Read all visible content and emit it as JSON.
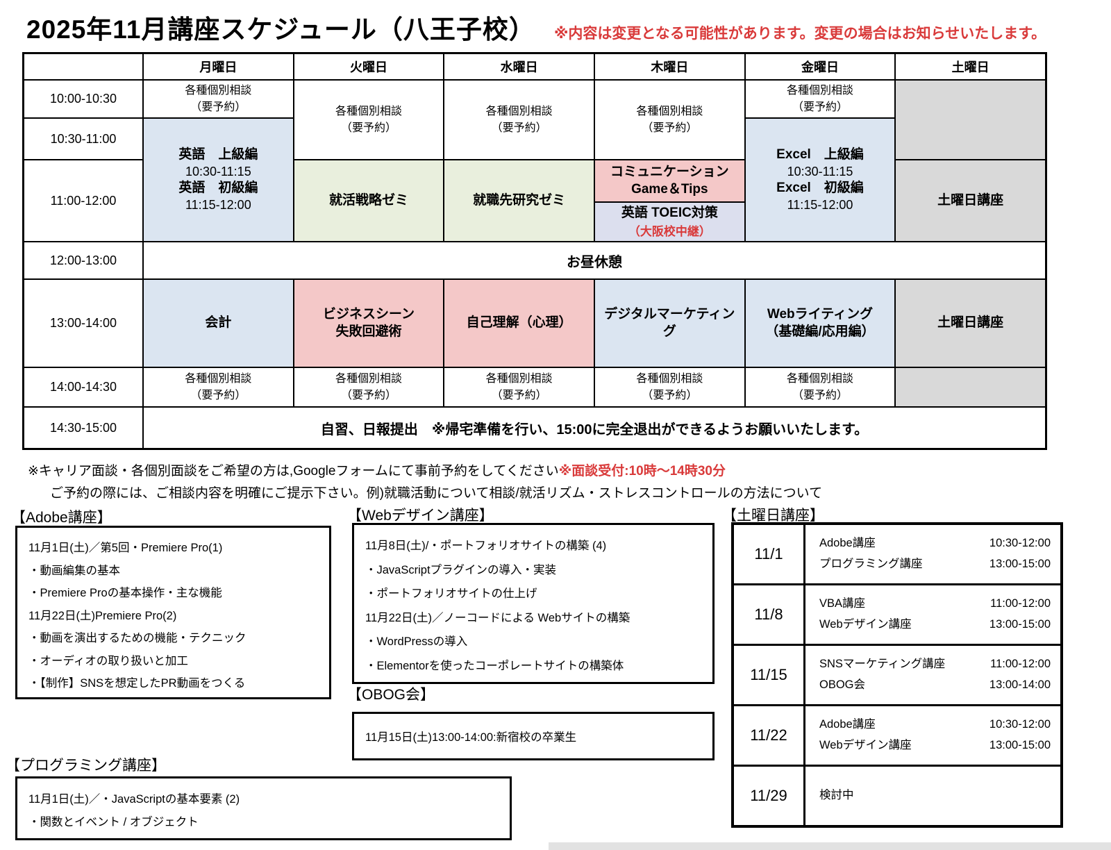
{
  "title": "2025年11月講座スケジュール（八王子校）",
  "notice": "※内容は変更となる可能性があります。変更の場合はお知らせいたします。",
  "schedule": {
    "day_headers": [
      "月曜日",
      "火曜日",
      "水曜日",
      "木曜日",
      "金曜日",
      "土曜日"
    ],
    "times": [
      "10:00-10:30",
      "10:30-11:00",
      "11:00-12:00",
      "12:00-13:00",
      "13:00-14:00",
      "14:00-14:30",
      "14:30-15:00"
    ],
    "consult": {
      "line1": "各種個別相談",
      "line2": "（要予約）"
    },
    "monday": {
      "am1": "英語　上級編",
      "am1_time": "10:30-11:15",
      "am2": "英語　初級編",
      "am2_time": "11:15-12:00",
      "pm": "会計"
    },
    "tuesday": {
      "am": "就活戦略ゼミ",
      "pm1": "ビジネスシーン",
      "pm2": "失敗回避術"
    },
    "wednesday": {
      "am": "就職先研究ゼミ",
      "pm": "自己理解（心理）"
    },
    "thursday": {
      "am1_l1": "コミュニケーション",
      "am1_l2": "Game＆Tips",
      "am2": "英語 TOEIC対策",
      "am2_note": "（大阪校中継）",
      "pm": "デジタルマーケティング"
    },
    "friday": {
      "am1": "Excel　上級編",
      "am1_time": "10:30-11:15",
      "am2": "Excel　初級編",
      "am2_time": "11:15-12:00",
      "pm1": "Webライティング",
      "pm2": "（基礎編/応用編）"
    },
    "saturday": {
      "label": "土曜日講座"
    },
    "lunch": "お昼休憩",
    "closing": "自習、日報提出　※帰宅準備を行い、15:00に完全退出ができるようお願いいたします。"
  },
  "notes": {
    "line1": "※キャリア面談・各個別面談をご希望の方は,Googleフォームにて事前予約をしてください",
    "line1_red": "※面談受付:10時～14時30分",
    "line2": "ご予約の際には、ご相談内容を明確にご提示下さい。例)就職活動について相談/就活リズム・ストレスコントロールの方法について"
  },
  "adobe": {
    "heading": "【Adobe講座】",
    "lines": [
      "11月1日(土)／第5回・Premiere Pro(1)",
      "・動画編集の基本",
      "・Premiere Proの基本操作・主な機能",
      "11月22日(土)Premiere Pro(2)",
      "・動画を演出するための機能・テクニック",
      "・オーディオの取り扱いと加工",
      "・【制作】SNSを想定したPR動画をつくる"
    ]
  },
  "webdesign": {
    "heading": "【Webデザイン講座】",
    "lines": [
      "11月8日(土)/・ポートフォリオサイトの構築 (4)",
      "・JavaScriptプラグインの導入・実装",
      "・ポートフォリオサイトの仕上げ",
      "11月22日(土)／ノーコードによる Webサイトの構築",
      "・WordPressの導入",
      "・Elementorを使ったコーポレートサイトの構築体"
    ]
  },
  "obog": {
    "heading": "【OBOG会】",
    "line": "11月15日(土)13:00-14:00:新宿校の卒業生"
  },
  "programming": {
    "heading": "【プログラミング講座】",
    "lines": [
      "11月1日(土)／・JavaScriptの基本要素 (2)",
      "・関数とイベント / オブジェクト"
    ]
  },
  "saturday_courses": {
    "heading": "【土曜日講座】",
    "rows": [
      {
        "date": "11/1",
        "c1": "Adobe講座",
        "t1": "10:30-12:00",
        "c2": "プログラミング講座",
        "t2": "13:00-15:00"
      },
      {
        "date": "11/8",
        "c1": "VBA講座",
        "t1": "11:00-12:00",
        "c2": "Webデザイン講座",
        "t2": "13:00-15:00"
      },
      {
        "date": "11/15",
        "c1": "SNSマーケティング講座",
        "t1": "11:00-12:00",
        "c2": "OBOG会",
        "t2": "13:00-14:00"
      },
      {
        "date": "11/22",
        "c1": "Adobe講座",
        "t1": "10:30-12:00",
        "c2": "Webデザイン講座",
        "t2": "13:00-15:00"
      },
      {
        "date": "11/29",
        "c1": "検討中",
        "t1": "",
        "c2": "",
        "t2": ""
      }
    ]
  },
  "colors": {
    "blue": "#dbe5f1",
    "green": "#e9efdd",
    "pink": "#f4c8c8",
    "lavender": "#dcdfee",
    "gray": "#d9d9d9",
    "accent_red": "#d93a3a"
  }
}
